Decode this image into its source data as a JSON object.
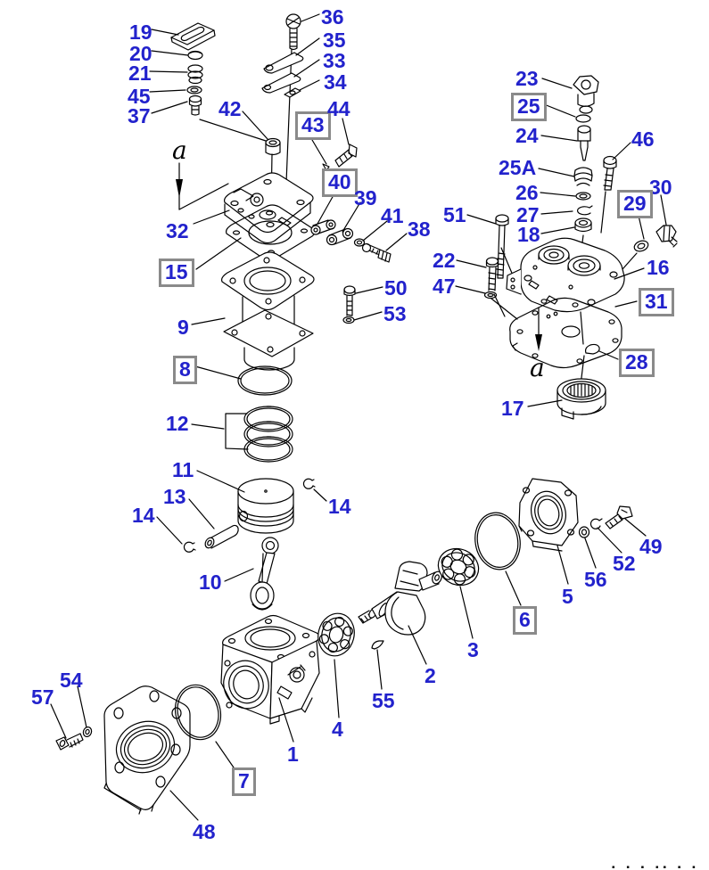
{
  "title": "exploded-parts-diagram",
  "colors": {
    "callout_blue": "#2222cc",
    "box_border_gray": "#8a8a8a",
    "line_black": "#000000",
    "background": "#ffffff"
  },
  "labels": {
    "19": "19",
    "20": "20",
    "21": "21",
    "45": "45",
    "37": "37",
    "42": "42",
    "36": "36",
    "35": "35",
    "33": "33",
    "34": "34",
    "43": "43",
    "44": "44",
    "40": "40",
    "39": "39",
    "41": "41",
    "38": "38",
    "32": "32",
    "15": "15",
    "9": "9",
    "8": "8",
    "50": "50",
    "53": "53",
    "51": "51",
    "22": "22",
    "47": "47",
    "23": "23",
    "25": "25",
    "24": "24",
    "46": "46",
    "25A": "25A",
    "26": "26",
    "27": "27",
    "18": "18",
    "30": "30",
    "29": "29",
    "16": "16",
    "31": "31",
    "28": "28",
    "17": "17",
    "12": "12",
    "11": "11",
    "13": "13",
    "14a": "14",
    "14b": "14",
    "10": "10",
    "5": "5",
    "6": "6",
    "56": "56",
    "52": "52",
    "49": "49",
    "3": "3",
    "2": "2",
    "55": "55",
    "4": "4",
    "1": "1",
    "7": "7",
    "57": "57",
    "54": "54",
    "48": "48"
  },
  "markers": {
    "a_left": "a",
    "a_right": "a"
  },
  "footer": {
    "fragment": "▪ ▪ ▪ ▪▪ ▪ ▪ ▪"
  }
}
